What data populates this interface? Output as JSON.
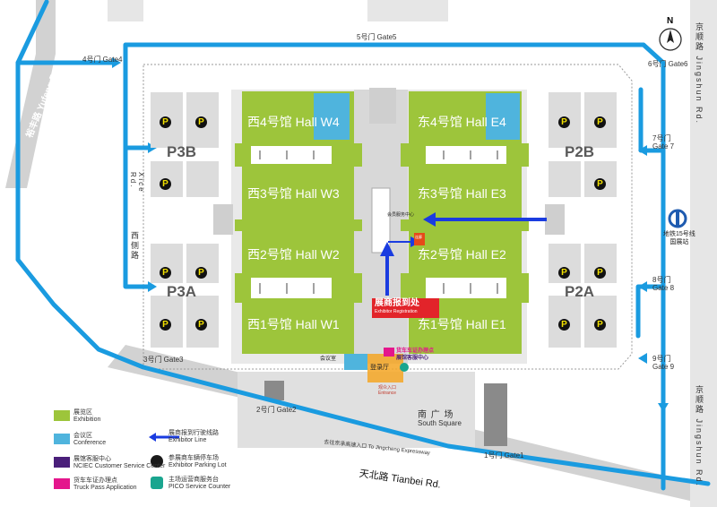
{
  "compass": {
    "north": "N"
  },
  "roads": {
    "jingshun_cn_top": "京顺路",
    "jingshun_en_top": "Jingshun Rd.",
    "jingshun_cn_bottom": "京顺路",
    "jingshun_en_bottom": "Jingshun Rd.",
    "yufeng": "裕丰路 Yufeng Rd.",
    "xice_cn": "西侧路",
    "xice_en": "Xice Rd.",
    "tianbei": "天北路 Tianbei Rd.",
    "expressway": "去往京承高速入口 To Jingcheng Expressway"
  },
  "gates": {
    "gate5": "5号门 Gate5",
    "gate4": "4号门 Gate4",
    "gate6": "6号门 Gate6",
    "gate7_cn": "7号门",
    "gate7_en": "Gate 7",
    "gate8_cn": "8号门",
    "gate8_en": "Gate 8",
    "gate9_cn": "9号门",
    "gate9_en": "Gate 9",
    "gate3": "3号门 Gate3",
    "gate2": "2号门 Gate2",
    "gate1": "1号门 Gate1"
  },
  "parking_lots": {
    "p3b": "P3B",
    "p3a": "P3A",
    "p2b": "P2B",
    "p2a": "P2A",
    "p_symbol": "P"
  },
  "halls": {
    "w4": "西4号馆  Hall W4",
    "w3": "西3号馆 Hall W3",
    "w2": "西2号馆  Hall W2",
    "w1": "西1号馆  Hall W1",
    "e4": "东4号馆  Hall E4",
    "e3": "东3号馆  Hall E3",
    "e2": "东2号馆  Hall E2",
    "e1": "东1号馆  Hall E1"
  },
  "south_square": {
    "cn": "南 广 场",
    "en": "South Square"
  },
  "registration": {
    "cn": "展商报到处",
    "en": "Exhibitor Registration"
  },
  "pickup": {
    "cn": "货车车证办理点",
    "en2": "展馆客服中心"
  },
  "center_labels": {
    "conference_room": "会议室",
    "hall_lobby": "登录厅",
    "entrance_cn": "观众入口",
    "entrance_en": "Entrance",
    "service_center": "展馆客服中心",
    "link_label": "连廊",
    "hall_upper": "会员服务中心"
  },
  "metro": {
    "line": "地铁15号线",
    "station": "国展站"
  },
  "legend": [
    {
      "cn": "展览区",
      "en": "Exhibition",
      "color": "#9dc53b"
    },
    {
      "cn": "会议区",
      "en": "Conference",
      "color": "#4fb4dd"
    },
    {
      "cn": "展馆客服中心",
      "en": "NCIEC Customer Service Center",
      "color": "#4a1f7a"
    },
    {
      "cn": "货车车证办理点",
      "en": "Truck Pass Application",
      "color": "#e4168c"
    },
    {
      "cn": "展商报到行驶线路",
      "en": "Exhibitor Line",
      "color": "#1a3ce0"
    },
    {
      "cn": "参展商车辆停车场",
      "en": "Exhibitor Parking Lot",
      "color": "#1a1a1a"
    },
    {
      "cn": "主场运营商服务台",
      "en": "PICO Service Counter",
      "color": "#1aa58f"
    }
  ],
  "colors": {
    "hall_green": "#9dc53b",
    "conference_blue": "#4fb4dd",
    "route_blue": "#1a9be0",
    "exhibitor_line": "#1a3ce0",
    "lot_gray": "#d9d9d9",
    "road_gray": "#cfcfcf"
  }
}
